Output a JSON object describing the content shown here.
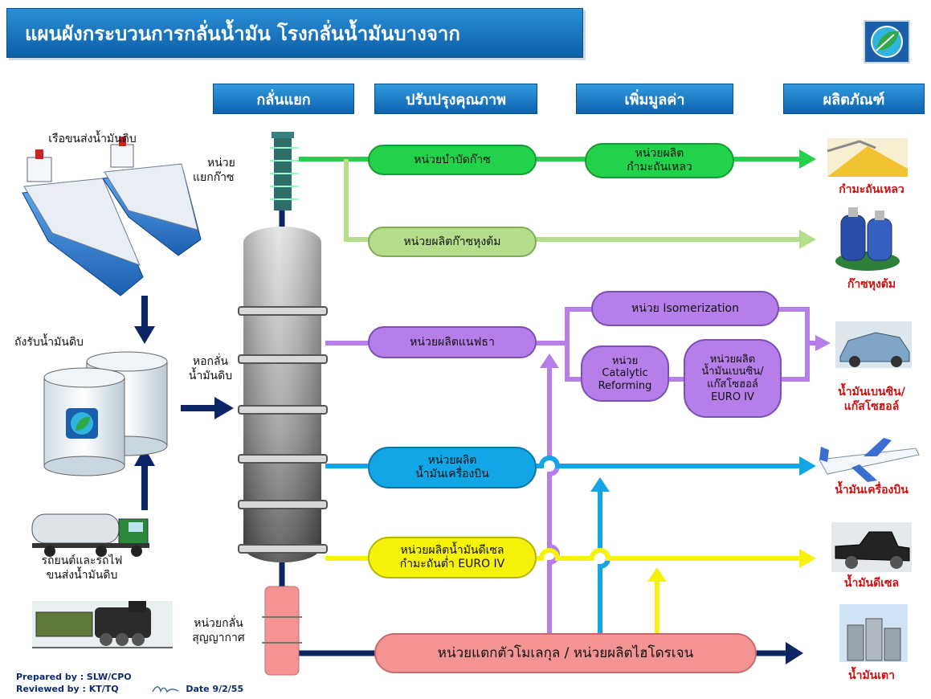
{
  "title": "แผนผังกระบวนการกลั่นน้ำมัน โรงกลั่นน้ำมันบางจาก",
  "columns": [
    "กลั่นแยก",
    "ปรับปรุงคุณภาพ",
    "เพิ่มมูลค่า",
    "ผลิตภัณฑ์"
  ],
  "sources": {
    "ship": "เรือขนส่งน้ำมันดิบ",
    "storage": "ถังรับน้ำมันดิบ",
    "land_line1": "รถยนต์และรถไฟ",
    "land_line2": "ขนส่งน้ำมันดิบ"
  },
  "column_labels": {
    "gas_sep_1": "หน่วย",
    "gas_sep_2": "แยกก๊าซ",
    "tower_1": "หอกลั่น",
    "tower_2": "น้ำมันดิบ",
    "vacuum_1": "หน่วยกลั่น",
    "vacuum_2": "สุญญากาศ"
  },
  "units": {
    "gas_treat": "หน่วยบำบัดก๊าซ",
    "lpg_unit": "หน่วยผลิตก๊าซหุงต้ม",
    "naphtha": "หน่วยผลิตแนฟธา",
    "jet_1": "หน่วยผลิต",
    "jet_2": "น้ำมันเครื่องบิน",
    "diesel_1": "หน่วยผลิตน้ำมันดีเซล",
    "diesel_2": "กำมะถันต่ำ EURO IV",
    "cracking": "หน่วยแตกตัวโมเลกุล / หน่วยผลิตไฮโดรเจน",
    "sulfur_1": "หน่วยผลิต",
    "sulfur_2": "กำมะถันเหลว",
    "isomer": "หน่วย Isomerization",
    "cat_1": "หน่วย",
    "cat_2": "Catalytic",
    "cat_3": "Reforming",
    "gas_1": "หน่วยผลิต",
    "gas_2": "น้ำมันเบนซิน/",
    "gas_3": "แก๊สโซฮอล์",
    "gas_4": "EURO IV"
  },
  "products": {
    "sulfur": "กำมะถันเหลว",
    "lpg": "ก๊าซหุงต้ม",
    "gasoline_1": "น้ำมันเบนซิน/",
    "gasoline_2": "แก๊สโซฮอล์",
    "jet": "น้ำมันเครื่องบิน",
    "diesel": "น้ำมันดีเซล",
    "fuel_oil": "น้ำมันเตา"
  },
  "footer": {
    "prepared": "Prepared by : SLW/CPO",
    "reviewed": "Reviewed by : KT/TQ",
    "date": "Date 9/2/55"
  },
  "colors": {
    "green": "#22d24a",
    "light_green": "#b6dd8c",
    "purple": "#b57ee8",
    "cyan": "#12a6e6",
    "yellow": "#f6f20a",
    "navy": "#0b2566",
    "red_label": "#d01010"
  }
}
